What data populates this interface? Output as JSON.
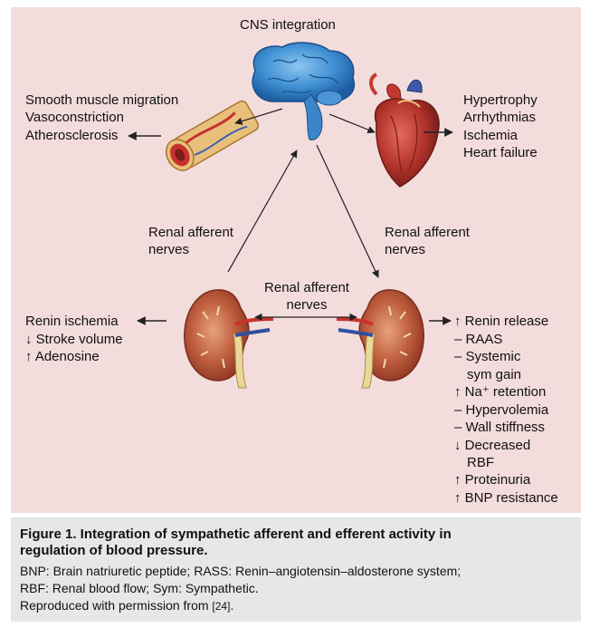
{
  "diagram": {
    "cns_label": "CNS integration",
    "vessel_effects": [
      "Smooth muscle migration",
      "Vasoconstriction",
      "Atherosclerosis"
    ],
    "heart_effects": [
      "Hypertrophy",
      "Arrhythmias",
      "Ischemia",
      "Heart failure"
    ],
    "renal_afferent_left": [
      "Renal afferent",
      "nerves"
    ],
    "renal_afferent_right": [
      "Renal afferent",
      "nerves"
    ],
    "renal_afferent_center": [
      "Renal afferent",
      "nerves"
    ],
    "left_kidney_effects": [
      "Renin ischemia",
      "↓ Stroke volume",
      "↑ Adenosine"
    ],
    "right_kidney_effects": [
      "↑ Renin release",
      "– RAAS",
      "– Systemic",
      "sym gain",
      "↑ Na⁺ retention",
      "– Hypervolemia",
      "– Wall stiffness",
      "↓ Decreased",
      "RBF",
      "↑ Proteinuria",
      "↑ BNP resistance"
    ]
  },
  "caption": {
    "title_line1": "Figure 1. Integration of sympathetic afferent and efferent activity in",
    "title_line2": "regulation of blood pressure.",
    "abbrev_line1": "BNP: Brain natriuretic peptide; RASS: Renin–angiotensin–aldosterone system;",
    "abbrev_line2": "RBF: Renal blood flow; Sym: Sympathetic.",
    "reproduced": "Reproduced with permission from",
    "reference": "[24]",
    "period": "."
  },
  "colors": {
    "panel_background": "#f3dcdc",
    "caption_background": "#e7e7e7",
    "brain": "#3f8fd2",
    "kidney": "#b34a2e",
    "artery": "#c8322c",
    "vein": "#2f4fa0"
  }
}
